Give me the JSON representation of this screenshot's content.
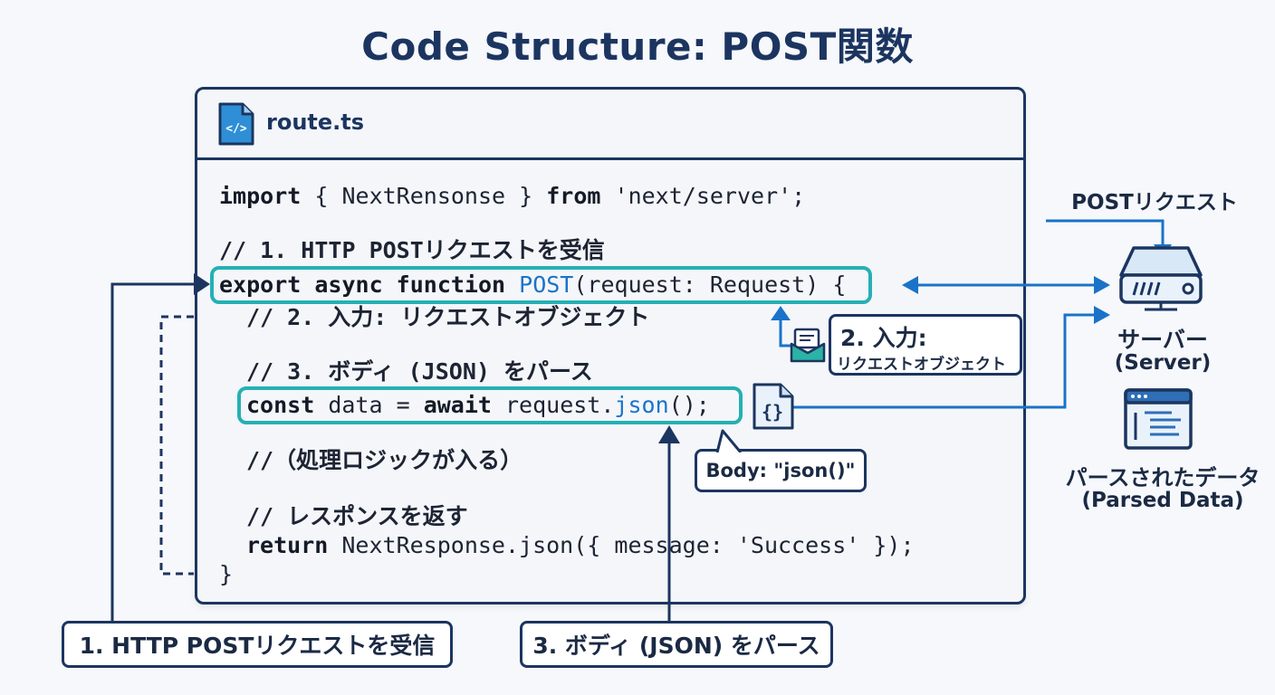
{
  "title": "Code Structure: POST関数",
  "file": {
    "name": "route.ts",
    "icon": "code-file-icon"
  },
  "code": {
    "line1": {
      "kw1": "import",
      "rest1": " { NextRensonse } ",
      "kw2": "from",
      "rest2": " 'next/server';"
    },
    "comment1": "// 1. HTTP POSTリクエストを受信",
    "line2": {
      "kw": "export async function",
      "space": " ",
      "fn": "POST",
      "rest": "(request: Request)",
      "brace": " {"
    },
    "comment2": "// 2. 入力: リクエストオブジェクト",
    "comment3": "// 3. ボディ (JSON) をパース",
    "line3": {
      "kw1": "const",
      "rest1": " data = ",
      "kw2": "await",
      "rest2": " request.",
      "fn": "json",
      "rest3": "();"
    },
    "comment4": "//（処理ロジックが入る）",
    "comment5": "// レスポンスを返す",
    "line4": {
      "kw": "return",
      "rest": " NextResponse.json({ message: 'Success' });"
    },
    "close": "}"
  },
  "callouts": {
    "input_title": "2. 入力:",
    "input_sub": "リクエストオブジェクト",
    "body": "Body: \"json()\""
  },
  "side": {
    "post_request": "POSTリクエスト",
    "server": "サーバー",
    "server_en": "(Server)",
    "parsed": "パースされたデータ",
    "parsed_en": "(Parsed Data)"
  },
  "bottom": {
    "label1": "1. HTTP POSTリクエストを受信",
    "label3": "3. ボディ (JSON) をパース"
  },
  "icons": [
    "code-file-icon",
    "envelope-icon",
    "json-file-icon",
    "server-icon",
    "parsed-data-icon"
  ],
  "colors": {
    "navy": "#1c3560",
    "teal": "#25b0b4",
    "blue": "#1a73c8"
  }
}
